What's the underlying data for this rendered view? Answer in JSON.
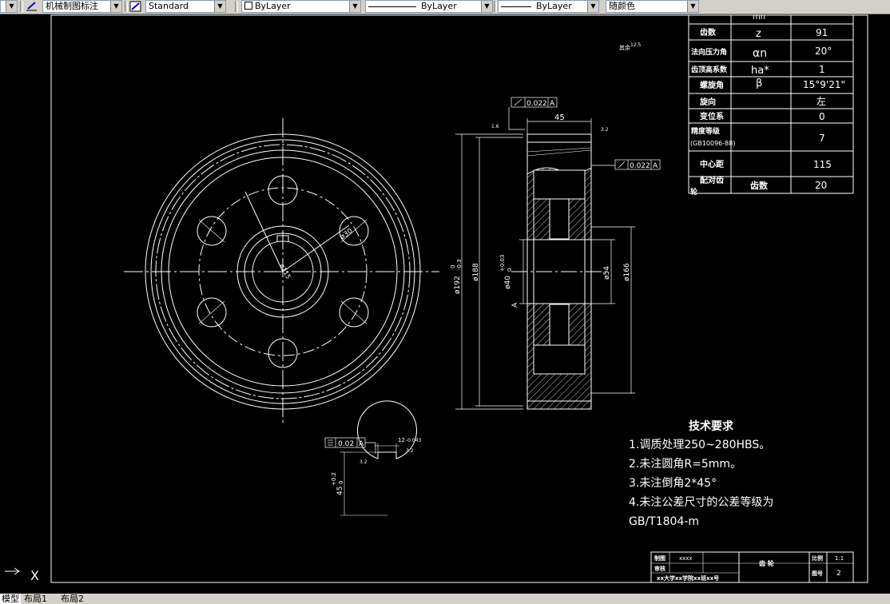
{
  "toolbar": {
    "dimstyle": "机械制图标注",
    "textstyle": "Standard",
    "layer": "ByLayer",
    "linetype": "ByLayer",
    "lineweight": "ByLayer",
    "color": "随颜色"
  },
  "params": {
    "top_cut": "mn",
    "rows": [
      {
        "label": "齿数",
        "symbol": "z",
        "value": "91"
      },
      {
        "label": "法向压力角",
        "symbol": "αn",
        "value": "20°"
      },
      {
        "label": "齿顶高系数",
        "symbol": "ha*",
        "value": "1"
      },
      {
        "label": "螺旋角",
        "symbol": "β",
        "value": "15°9'21\""
      },
      {
        "label": "旋向",
        "symbol": "",
        "value": "左"
      },
      {
        "label": "变位系",
        "symbol": "",
        "value": "0"
      },
      {
        "label": "精度等级",
        "label2": "(GB10096-88)",
        "symbol": "",
        "value": "7"
      },
      {
        "label": "中心距",
        "symbol": "",
        "value": "115"
      },
      {
        "label": "配对齿",
        "label2": "轮",
        "symbol": "齿数",
        "value": "20"
      }
    ]
  },
  "tech": {
    "title": "技术要求",
    "items": [
      "1.调质处理250~280HBS。",
      "2.未注圆角R=5mm。",
      "3.未注倒角2*45°",
      "4.未注公差尺寸的公差等级为",
      "GB/T1804-m"
    ]
  },
  "titleblock": {
    "draw_label": "制图",
    "draw_value": "xxxx",
    "check_label": "审核",
    "name": "齿    轮",
    "scale_label": "比例",
    "scale_value": "1:1",
    "sheet_label": "图号",
    "sheet_value": "2",
    "school": "xx大学xx学院xx班xx号"
  },
  "dims": {
    "width": "45",
    "runout_top": "0.022",
    "runout_side": "0.022",
    "datum": "A",
    "d_tip": "ø192",
    "d_tip_tol_top": "0",
    "d_tip_tol_bot": "-0.3",
    "d_188": "ø188",
    "d_bore": "ø40",
    "d_bore_tol_top": "+0.03",
    "d_bore_tol_bot": "0",
    "d_datum": "A",
    "d_54": "ø54",
    "d_166": "ø166",
    "hole_dia": "ø30",
    "key_sym": "0.02",
    "key_datum": "A",
    "key_width": "12",
    "key_width_tol": "-0.043",
    "key_depth": "45",
    "key_depth_tol_top": "+0.2",
    "key_depth_tol_bot": "0",
    "bolt_circle": "ø115",
    "rough_main": "12.5",
    "rough_text": "其余",
    "rough_a": "1.6",
    "rough_b": "3.2"
  },
  "tabs": [
    "模型",
    "布局1",
    "布局2"
  ],
  "ucs": "X"
}
